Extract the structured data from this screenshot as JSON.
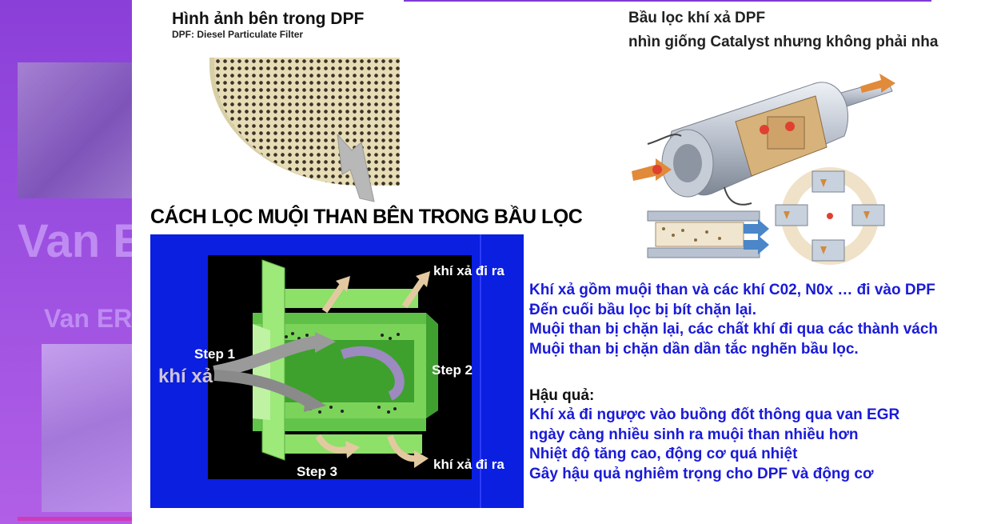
{
  "background": {
    "ghost_text_large": "Van EG",
    "ghost_text_small": "Van ERG"
  },
  "left_section": {
    "title": "Hình ảnh bên trong DPF",
    "subtitle": "DPF: Diesel Particulate Filter",
    "diagram_title": "CÁCH LỌC MUỘI THAN BÊN TRONG BẦU LỌC",
    "labels": {
      "exhaust_in": "khí xả",
      "exhaust_out_top": "khí xả đi ra",
      "exhaust_out_bottom": "khí xả đi ra",
      "step1": "Step 1",
      "step2": "Step 2",
      "step3": "Step 3"
    }
  },
  "right_section": {
    "title": "Bầu lọc khí xả DPF",
    "subtitle": "nhìn giống Catalyst nhưng không phải  nha"
  },
  "description": {
    "lines": [
      "Khí xả gồm muội than và các khí C02, N0x … đi vào DPF",
      "Đến cuối bầu lọc bị bít chặn lại.",
      "Muội than bị chặn lại, các chất khí đi qua các thành vách",
      "Muội than bị chặn dần dần tắc nghẽn bầu lọc."
    ],
    "consequence_heading": "Hậu quả:",
    "consequences": [
      "Khí xả đi ngược vào buồng đốt thông qua van  EGR",
      "ngày càng nhiều sinh ra muội than nhiều hơn",
      "Nhiệt độ tăng cao, động cơ quá nhiệt",
      "Gây hậu quả nghiêm trọng cho DPF và động cơ"
    ]
  },
  "colors": {
    "panel_blue": "#0a1fe0",
    "text_blue": "#1a1ad8",
    "filter_green": "#7bd35a",
    "background_purple": "#9b4fe0"
  }
}
